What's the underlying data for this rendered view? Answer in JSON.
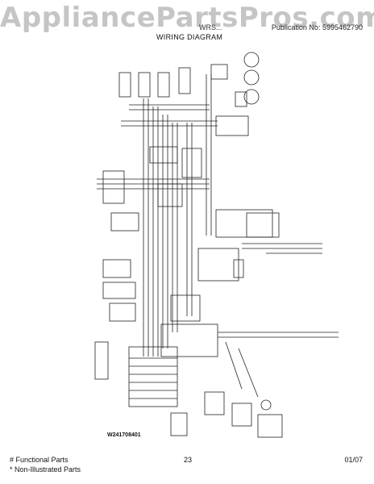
{
  "watermark": "AppliancePartsPros.com",
  "header": {
    "model_prefix": "WRS...",
    "publication": "Publication No: 5995462790"
  },
  "title": "WIRING DIAGRAM",
  "diagram_part_number": "W241708401",
  "footer": {
    "functional": "# Functional Parts",
    "non_illustrated": "* Non-Illustrated Parts",
    "page": "23",
    "date": "01/07"
  }
}
